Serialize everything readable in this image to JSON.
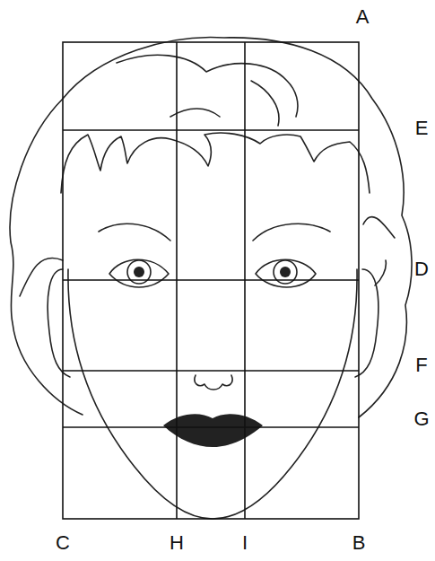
{
  "diagram": {
    "labels": [
      "A",
      "E",
      "D",
      "F",
      "G",
      "C",
      "H",
      "I",
      "B"
    ]
  }
}
